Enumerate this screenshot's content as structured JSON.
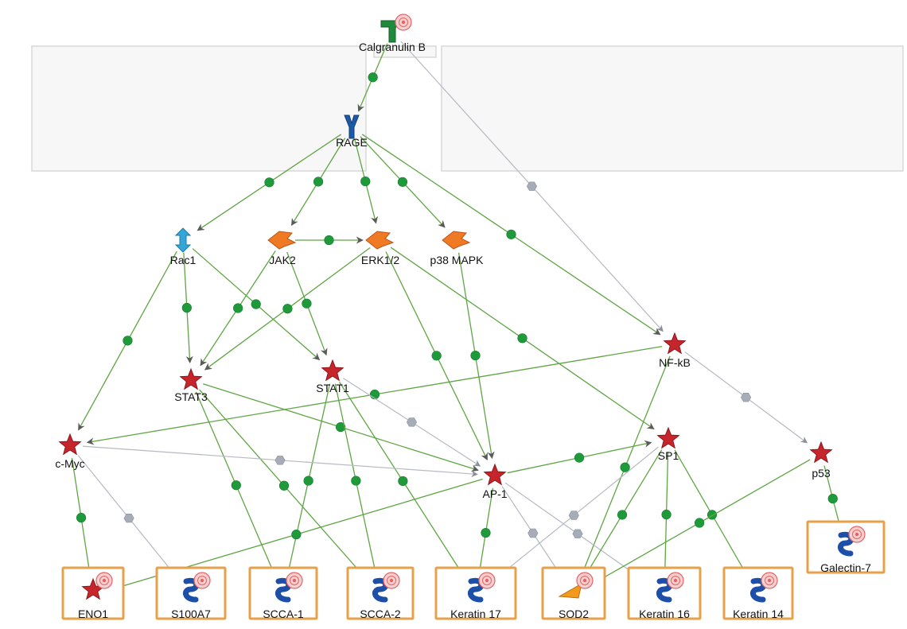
{
  "diagram": {
    "nodes": [
      {
        "id": "calgranulin-b",
        "label": "Calgranulin B",
        "kind": "ligand",
        "target": true
      },
      {
        "id": "rage",
        "label": "RAGE",
        "kind": "receptor",
        "target": false
      },
      {
        "id": "rac1",
        "label": "Rac1",
        "kind": "gtpase",
        "target": false
      },
      {
        "id": "jak2",
        "label": "JAK2",
        "kind": "kinase",
        "target": false
      },
      {
        "id": "erk12",
        "label": "ERK1/2",
        "kind": "kinase",
        "target": false
      },
      {
        "id": "p38-mapk",
        "label": "p38 MAPK",
        "kind": "kinase",
        "target": false
      },
      {
        "id": "nf-kb",
        "label": "NF-kB",
        "kind": "transcription-factor",
        "target": false
      },
      {
        "id": "stat3",
        "label": "STAT3",
        "kind": "transcription-factor",
        "target": false
      },
      {
        "id": "stat1",
        "label": "STAT1",
        "kind": "transcription-factor",
        "target": false
      },
      {
        "id": "c-myc",
        "label": "c-Myc",
        "kind": "transcription-factor",
        "target": false
      },
      {
        "id": "sp1",
        "label": "SP1",
        "kind": "transcription-factor",
        "target": false
      },
      {
        "id": "ap-1",
        "label": "AP-1",
        "kind": "transcription-factor",
        "target": false
      },
      {
        "id": "p53",
        "label": "p53",
        "kind": "transcription-factor",
        "target": false
      },
      {
        "id": "galectin-7",
        "label": "Galectin-7",
        "kind": "generic-protein",
        "target": true,
        "boxed": true
      },
      {
        "id": "eno1",
        "label": "ENO1",
        "kind": "enzyme-star",
        "target": true,
        "boxed": true
      },
      {
        "id": "s100a7",
        "label": "S100A7",
        "kind": "generic-protein",
        "target": true,
        "boxed": true
      },
      {
        "id": "scca-1",
        "label": "SCCA-1",
        "kind": "generic-protein",
        "target": true,
        "boxed": true
      },
      {
        "id": "scca-2",
        "label": "SCCA-2",
        "kind": "generic-protein",
        "target": true,
        "boxed": true
      },
      {
        "id": "keratin-17",
        "label": "Keratin 17",
        "kind": "generic-protein",
        "target": true,
        "boxed": true
      },
      {
        "id": "sod2",
        "label": "SOD2",
        "kind": "enzyme",
        "target": true,
        "boxed": true
      },
      {
        "id": "keratin-16",
        "label": "Keratin 16",
        "kind": "generic-protein",
        "target": true,
        "boxed": true
      },
      {
        "id": "keratin-14",
        "label": "Keratin 14",
        "kind": "generic-protein",
        "target": true,
        "boxed": true
      }
    ],
    "edges": [
      {
        "from": "calgranulin-b",
        "to": "rage",
        "style": "activation"
      },
      {
        "from": "calgranulin-b",
        "to": "nf-kb",
        "style": "unspecified"
      },
      {
        "from": "rage",
        "to": "rac1",
        "style": "activation"
      },
      {
        "from": "rage",
        "to": "jak2",
        "style": "activation"
      },
      {
        "from": "rage",
        "to": "erk12",
        "style": "activation"
      },
      {
        "from": "rage",
        "to": "p38-mapk",
        "style": "activation"
      },
      {
        "from": "rage",
        "to": "nf-kb",
        "style": "activation"
      },
      {
        "from": "jak2",
        "to": "erk12",
        "style": "activation"
      },
      {
        "from": "jak2",
        "to": "stat3",
        "style": "activation"
      },
      {
        "from": "jak2",
        "to": "stat1",
        "style": "activation"
      },
      {
        "from": "erk12",
        "to": "stat3",
        "style": "activation"
      },
      {
        "from": "erk12",
        "to": "ap-1",
        "style": "activation"
      },
      {
        "from": "erk12",
        "to": "sp1",
        "style": "activation"
      },
      {
        "from": "p38-mapk",
        "to": "ap-1",
        "style": "activation"
      },
      {
        "from": "rac1",
        "to": "c-myc",
        "style": "activation"
      },
      {
        "from": "rac1",
        "to": "stat3",
        "style": "activation"
      },
      {
        "from": "rac1",
        "to": "stat1",
        "style": "activation"
      },
      {
        "from": "nf-kb",
        "to": "c-myc",
        "style": "activation"
      },
      {
        "from": "nf-kb",
        "to": "p53",
        "style": "unspecified"
      },
      {
        "from": "nf-kb",
        "to": "sod2",
        "style": "activation"
      },
      {
        "from": "stat3",
        "to": "ap-1",
        "style": "activation"
      },
      {
        "from": "stat3",
        "to": "scca-1",
        "style": "activation"
      },
      {
        "from": "stat3",
        "to": "scca-2",
        "style": "activation"
      },
      {
        "from": "stat1",
        "to": "ap-1",
        "style": "unspecified"
      },
      {
        "from": "stat1",
        "to": "scca-1",
        "style": "activation"
      },
      {
        "from": "stat1",
        "to": "scca-2",
        "style": "activation"
      },
      {
        "from": "stat1",
        "to": "keratin-17",
        "style": "activation"
      },
      {
        "from": "c-myc",
        "to": "eno1",
        "style": "activation"
      },
      {
        "from": "c-myc",
        "to": "s100a7",
        "style": "unspecified"
      },
      {
        "from": "c-myc",
        "to": "ap-1",
        "style": "unspecified"
      },
      {
        "from": "ap-1",
        "to": "sp1",
        "style": "activation"
      },
      {
        "from": "ap-1",
        "to": "eno1",
        "style": "activation"
      },
      {
        "from": "ap-1",
        "to": "keratin-17",
        "style": "activation"
      },
      {
        "from": "ap-1",
        "to": "sod2",
        "style": "unspecified"
      },
      {
        "from": "ap-1",
        "to": "keratin-16",
        "style": "unspecified"
      },
      {
        "from": "sp1",
        "to": "keratin-17",
        "style": "unspecified"
      },
      {
        "from": "sp1",
        "to": "sod2",
        "style": "activation"
      },
      {
        "from": "sp1",
        "to": "keratin-16",
        "style": "activation"
      },
      {
        "from": "sp1",
        "to": "keratin-14",
        "style": "activation"
      },
      {
        "from": "p53",
        "to": "galectin-7",
        "style": "activation"
      },
      {
        "from": "p53",
        "to": "sod2",
        "style": "activation"
      }
    ]
  }
}
